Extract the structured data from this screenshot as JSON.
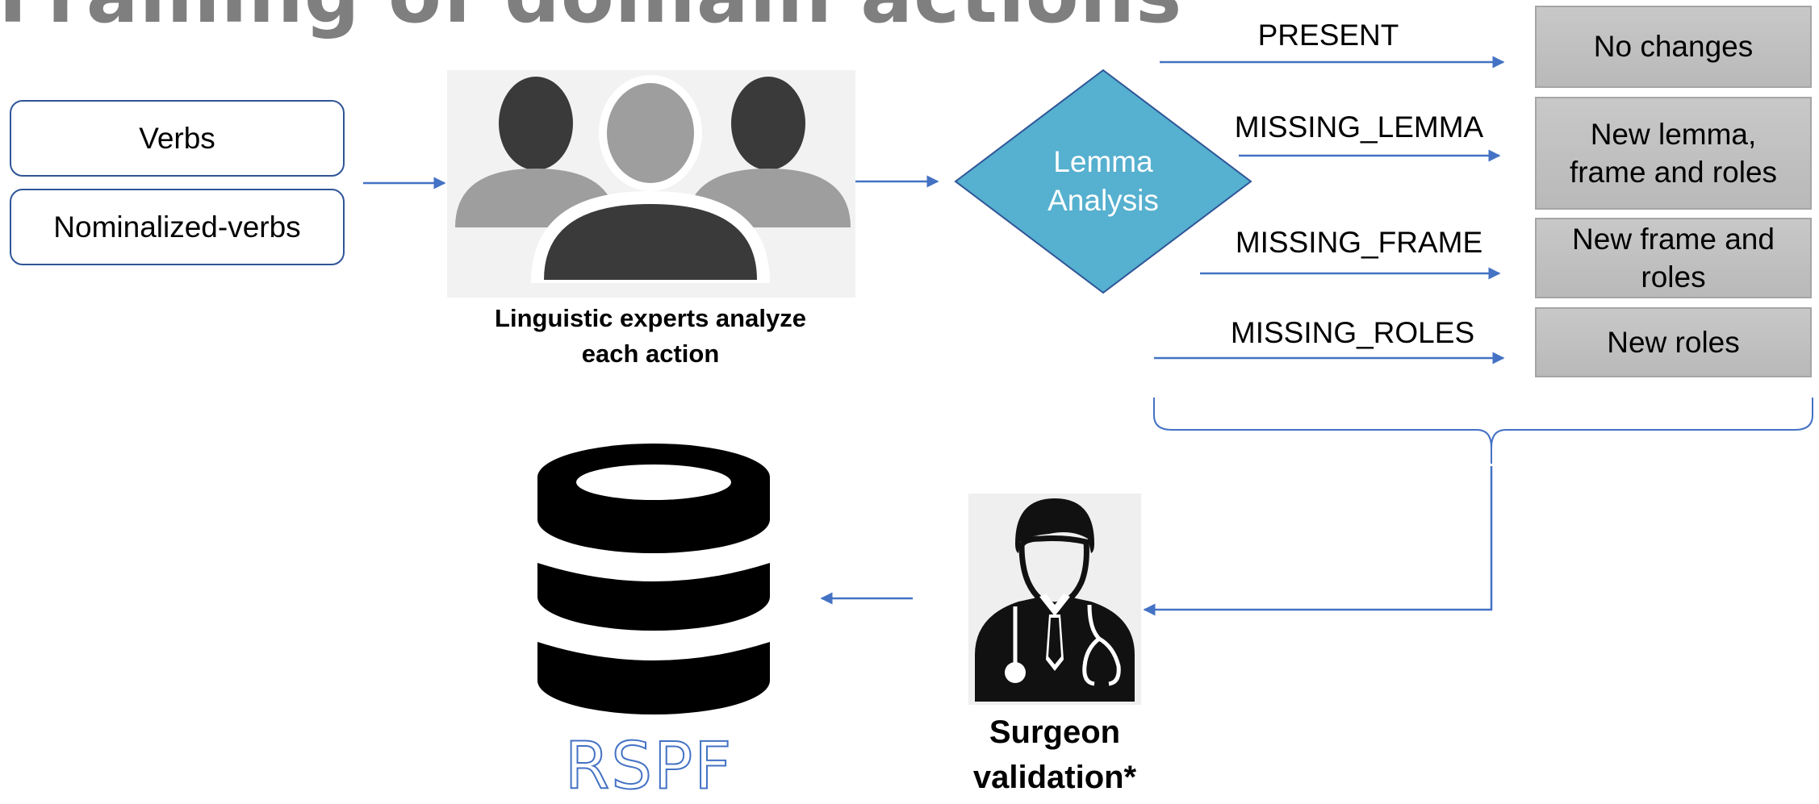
{
  "title": "Framing of domain actions",
  "inputs": [
    "Verbs",
    "Nominalized-verbs"
  ],
  "experts_caption_line1": "Linguistic experts analyze",
  "experts_caption_line2": "each action",
  "decision": {
    "line1": "Lemma",
    "line2": "Analysis"
  },
  "cases": [
    {
      "label": "PRESENT",
      "outcome_line1": "No changes",
      "outcome_line2": ""
    },
    {
      "label": "MISSING_LEMMA",
      "outcome_line1": "New lemma,",
      "outcome_line2": "frame and roles"
    },
    {
      "label": "MISSING_FRAME",
      "outcome_line1": "New frame and",
      "outcome_line2": "roles"
    },
    {
      "label": "MISSING_ROLES",
      "outcome_line1": "New roles",
      "outcome_line2": ""
    }
  ],
  "validation_caption_line1": "Surgeon",
  "validation_caption_line2": "validation*",
  "database_label": "RSPF",
  "icons": [
    "people-group-icon",
    "doctor-icon",
    "database-icon"
  ],
  "colors": {
    "accent": "#4472c4",
    "diamond": "#56b0cf",
    "box_border": "#2f5597",
    "outcome_fill": "#bfbfbf",
    "title": "#7f7f7f"
  }
}
